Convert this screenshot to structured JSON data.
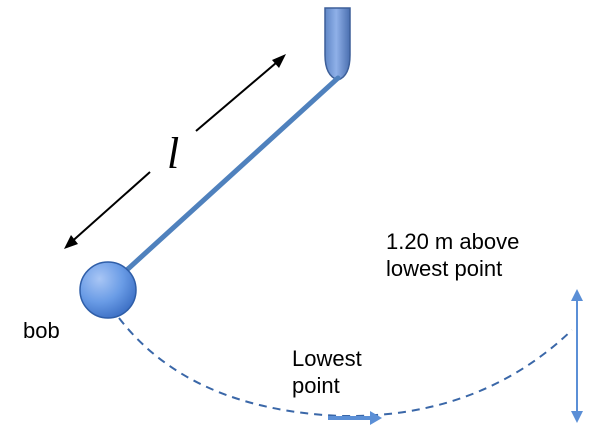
{
  "diagram": {
    "length_symbol": "l",
    "height_label": {
      "line1": "1.20 m above",
      "line2": "lowest point"
    },
    "bob_label": "bob",
    "lowest_label": {
      "line1": "Lowest",
      "line2": "point"
    }
  },
  "colors": {
    "rod": "#4f81bd",
    "bob_fill": "#5b8fe0",
    "bob_stroke": "#2f5ea8",
    "path": "#3a67a8",
    "arrow": "#000000",
    "lowest_arrow": "#5b8fd6",
    "height_arrow": "#5b8fd6"
  }
}
